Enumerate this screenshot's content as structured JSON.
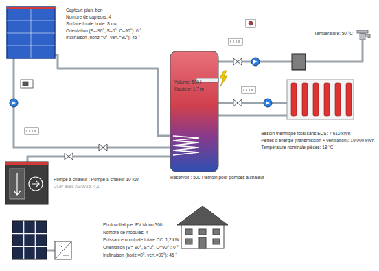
{
  "diagram": {
    "nodes": [
      {
        "text": [
          "Capteur: plan, bon",
          "Nombre de capteurs: 4",
          "Surface totale brute: 8 m²",
          "Orientation (E=-90°, S=0°, O=90°): 0 °",
          "Inclinaison (horiz.=0°, vert.=90°): 45 °"
        ]
      },
      {
        "text": [
          "Température: 50 °C"
        ]
      },
      {
        "text": [
          "Volume: 500 l",
          "Hauteur: 1,7 m",
          "Réservoir : 500 l témoin pour pompes à chaleur"
        ]
      },
      {
        "text": [
          "Besoin thermique total sans ECS: 7 610 kWh",
          "Pertes d'énergie (transmission + ventilation): 19 000 kWh",
          "Température nominale pièces: 18 °C"
        ]
      },
      {
        "text": [
          "Pompe à chaleur : Pompe à chaleur 10 kW",
          "COP avec A2/W35: 4,1"
        ]
      },
      {
        "text": [
          "Photovoltaïque: PV Mono 300",
          "Nombre de modules: 4",
          "Puissance nominale totale CC: 1,2 kW",
          "Orientation (E=-90°, S=0°, O=90°): 0 °",
          "Inclinaison (horiz.=0°, vert.=90°): 45 °"
        ]
      }
    ],
    "edges": [
      {
        "from": 0,
        "to": 2,
        "arrow": "none"
      },
      {
        "from": 2,
        "to": 1,
        "arrow": "none"
      },
      {
        "from": 2,
        "to": 3,
        "arrow": "none"
      },
      {
        "from": 4,
        "to": 2,
        "arrow": "none"
      }
    ]
  }
}
